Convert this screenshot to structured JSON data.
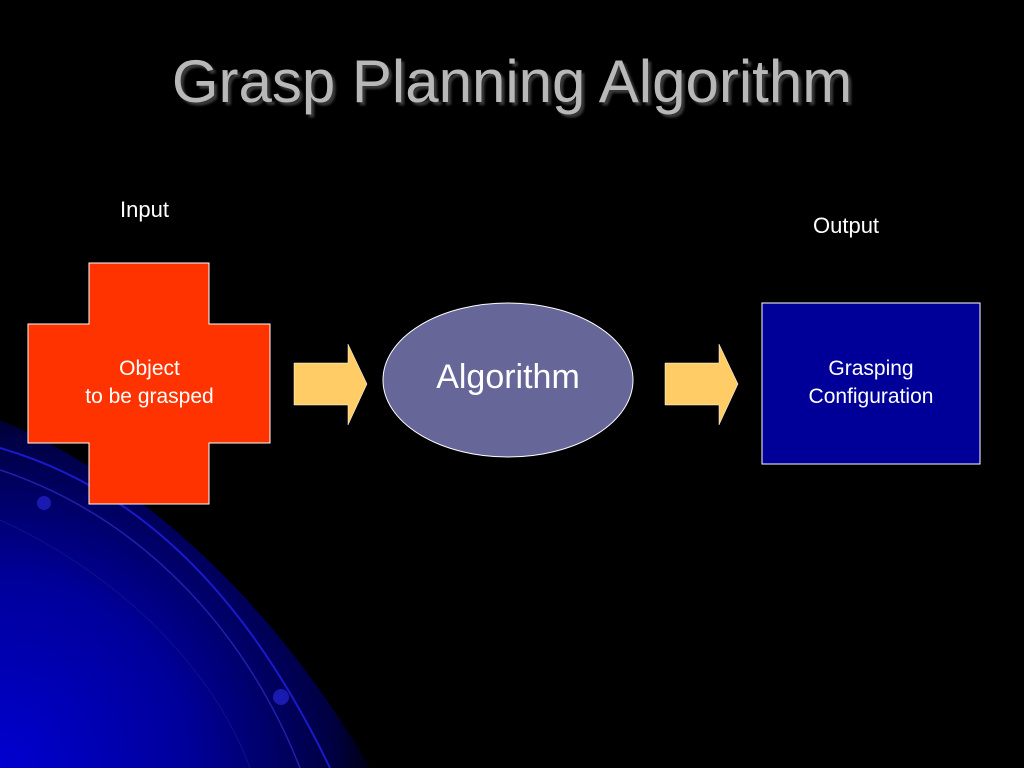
{
  "slide": {
    "title": "Grasp Planning Algorithm",
    "input_label": "Input",
    "output_label": "Output"
  },
  "nodes": {
    "object": {
      "line1": "Object",
      "line2": "to be grasped",
      "fill": "#ff3300"
    },
    "algorithm": {
      "label": "Algorithm",
      "fill": "#666699"
    },
    "grasping": {
      "line1": "Grasping",
      "line2": "Configuration",
      "fill": "#000099"
    }
  },
  "arrows": {
    "fill": "#ffcc66"
  },
  "theme": {
    "background": "#000000",
    "title_color": "#b8b8b8",
    "accent_blue": "#0000cc"
  }
}
